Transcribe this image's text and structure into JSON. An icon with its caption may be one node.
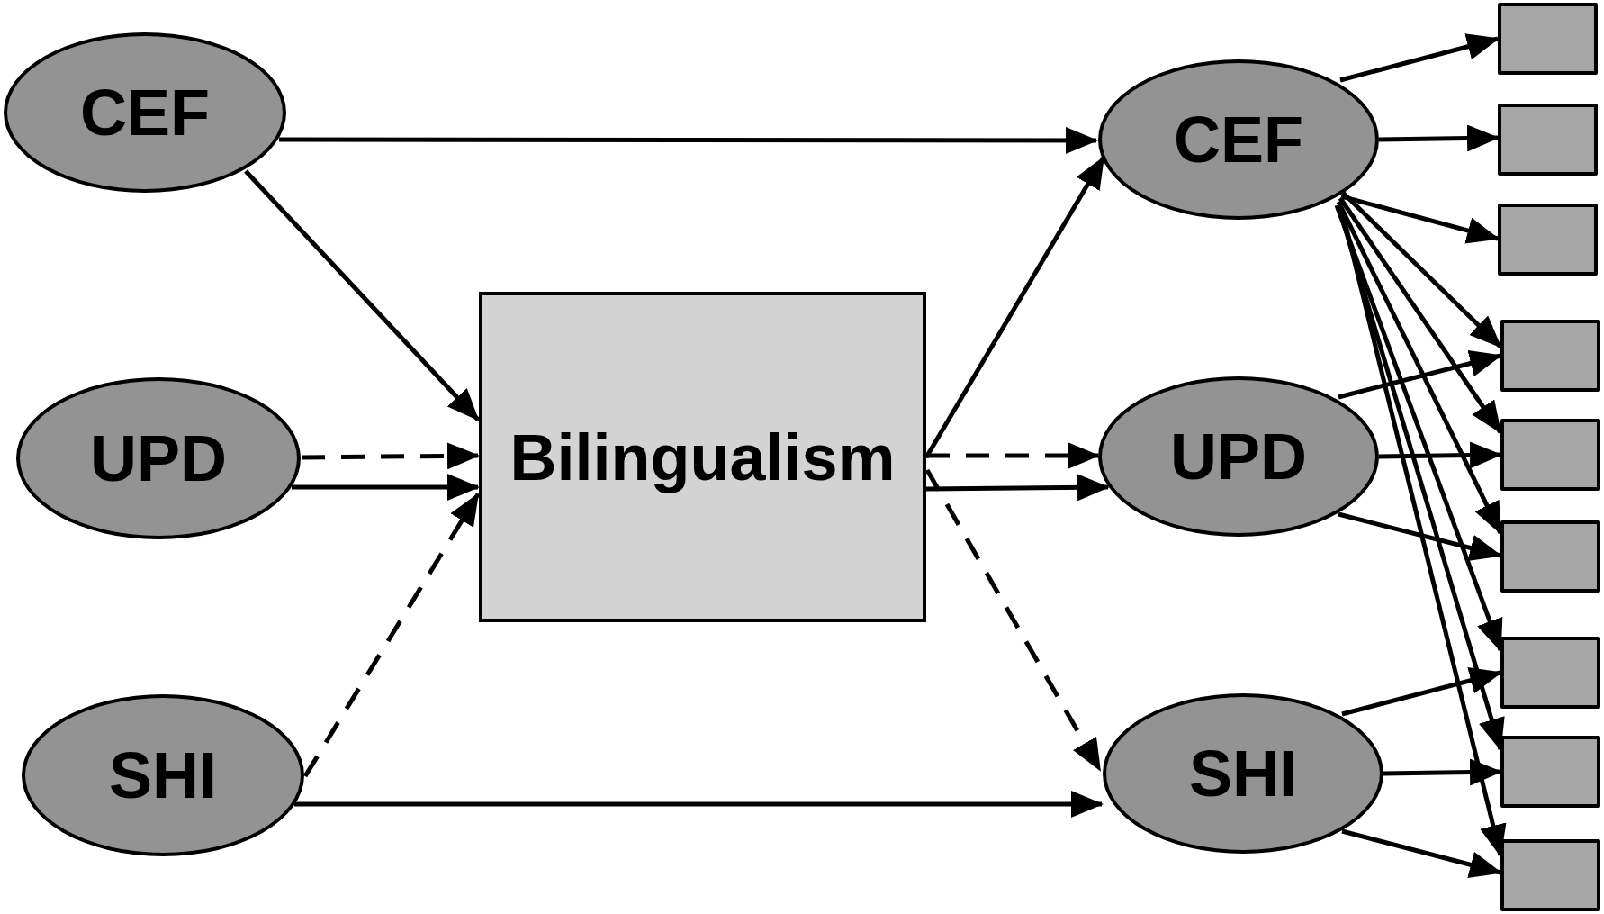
{
  "diagram": {
    "nodes": [
      {
        "text": [
          "CEF"
        ]
      },
      {
        "text": [
          "UPD"
        ]
      },
      {
        "text": [
          "SHI"
        ]
      },
      {
        "text": [
          "Bilingualism"
        ]
      },
      {
        "text": [
          "CEF"
        ]
      },
      {
        "text": [
          "UPD"
        ]
      },
      {
        "text": [
          "SHI"
        ]
      },
      {
        "text": [],
        "shape": "box"
      },
      {
        "text": [],
        "shape": "box"
      },
      {
        "text": [],
        "shape": "box"
      },
      {
        "text": [],
        "shape": "box"
      },
      {
        "text": [],
        "shape": "box"
      },
      {
        "text": [],
        "shape": "box"
      },
      {
        "text": [],
        "shape": "box"
      },
      {
        "text": [],
        "shape": "box"
      },
      {
        "text": [],
        "shape": "box"
      }
    ],
    "edges": [
      {
        "from": 0,
        "to": 4,
        "arrow": "to"
      },
      {
        "from": 0,
        "to": 3,
        "arrow": "to"
      },
      {
        "from": 1,
        "to": 3,
        "arrow": "to",
        "style": "dashed"
      },
      {
        "from": 1,
        "to": 3,
        "arrow": "to"
      },
      {
        "from": 2,
        "to": 3,
        "arrow": "to",
        "style": "dashed"
      },
      {
        "from": 2,
        "to": 6,
        "arrow": "to"
      },
      {
        "from": 3,
        "to": 4,
        "arrow": "to"
      },
      {
        "from": 3,
        "to": 5,
        "arrow": "to",
        "style": "dashed"
      },
      {
        "from": 3,
        "to": 5,
        "arrow": "to"
      },
      {
        "from": 3,
        "to": 6,
        "arrow": "to",
        "style": "dashed"
      },
      {
        "from": 4,
        "to": 7,
        "arrow": "to"
      },
      {
        "from": 4,
        "to": 8,
        "arrow": "to"
      },
      {
        "from": 4,
        "to": 9,
        "arrow": "to"
      },
      {
        "from": 5,
        "to": 10,
        "arrow": "to"
      },
      {
        "from": 5,
        "to": 11,
        "arrow": "to"
      },
      {
        "from": 5,
        "to": 12,
        "arrow": "to"
      },
      {
        "from": 6,
        "to": 13,
        "arrow": "to"
      },
      {
        "from": 6,
        "to": 14,
        "arrow": "to"
      },
      {
        "from": 6,
        "to": 15,
        "arrow": "to"
      },
      {
        "from": 4,
        "to": 10,
        "arrow": "to"
      },
      {
        "from": 4,
        "to": 11,
        "arrow": "to"
      },
      {
        "from": 4,
        "to": 12,
        "arrow": "to"
      },
      {
        "from": 4,
        "to": 13,
        "arrow": "to"
      },
      {
        "from": 4,
        "to": 14,
        "arrow": "to"
      },
      {
        "from": 4,
        "to": 15,
        "arrow": "to"
      }
    ]
  }
}
